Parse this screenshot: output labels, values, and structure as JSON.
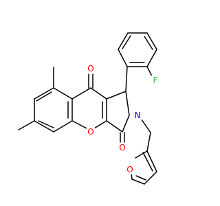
{
  "molecule": {
    "atoms": {
      "o_ketone": {
        "symbol": "O",
        "color": "#ff0000"
      },
      "o_lactam": {
        "symbol": "O",
        "color": "#ff0000"
      },
      "o_pyran": {
        "symbol": "O",
        "color": "#ff0000"
      },
      "o_furan": {
        "symbol": "O",
        "color": "#ff0000"
      },
      "n_pyrrole": {
        "symbol": "N",
        "color": "#0000ff"
      },
      "f_aryl": {
        "symbol": "F",
        "color": "#33cc33"
      }
    },
    "bond_color": "#000000"
  }
}
